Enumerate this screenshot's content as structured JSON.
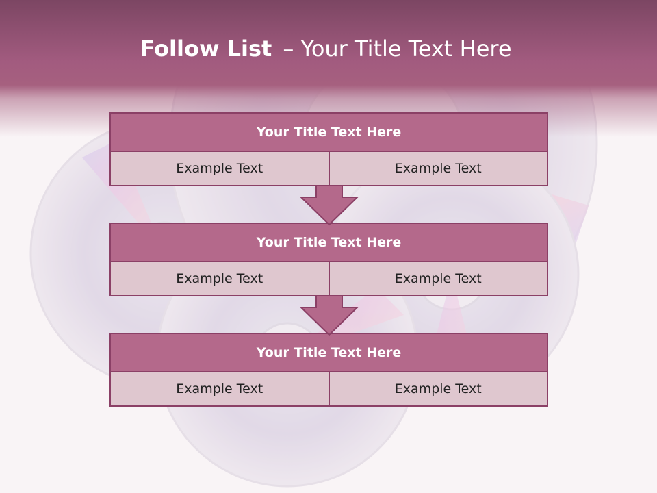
{
  "slide": {
    "title_bold": "Follow List",
    "title_rest": "– Your Title Text Here"
  },
  "steps": [
    {
      "title": "Your Title Text Here",
      "left": "Example Text",
      "right": "Example Text"
    },
    {
      "title": "Your Title Text Here",
      "left": "Example Text",
      "right": "Example Text"
    },
    {
      "title": "Your Title Text Here",
      "left": "Example Text",
      "right": "Example Text"
    }
  ],
  "colors": {
    "header": "#a25b7f",
    "box_title": "#b4698b",
    "box_cell": "#dfc7cf",
    "border": "#8b4066"
  }
}
